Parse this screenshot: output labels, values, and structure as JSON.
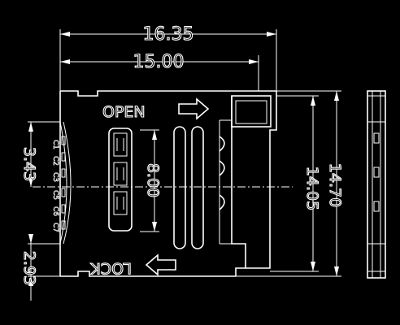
{
  "dimensions": {
    "overall_width": "16.35",
    "body_width": "15.00",
    "overall_height": "14.70",
    "body_height": "14.05",
    "slot_height": "8.00",
    "left_upper": "3.43",
    "left_lower": "2.93"
  },
  "labels": {
    "open": "OPEN",
    "lock": "LOCK"
  },
  "pin_labels": [
    "C1",
    "C2",
    "C3",
    "C5",
    "C6",
    "C7"
  ],
  "colors": {
    "background": "#000000",
    "line": "#ffffff"
  }
}
